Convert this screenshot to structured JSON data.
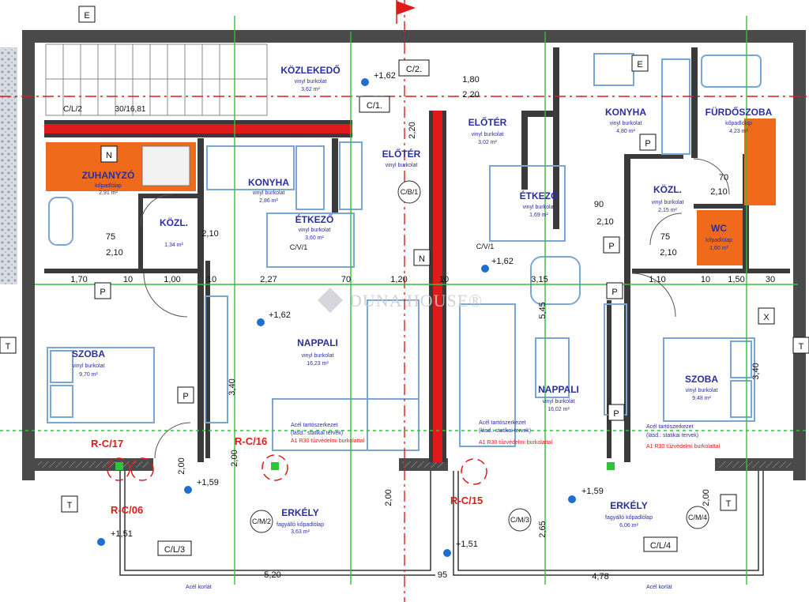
{
  "rooms": {
    "kozlekedo": {
      "name": "KÖZLEKEDŐ",
      "finish": "vinyl burkolat",
      "area": "3,62 m²"
    },
    "zuhanyzo": {
      "name": "ZUHANYZÓ",
      "finish": "kőpadlólap",
      "area": "2,91 m²"
    },
    "konyha_left": {
      "name": "KONYHA",
      "finish": "vinyl burkolat",
      "area": "2,86 m²"
    },
    "etkezo_left": {
      "name": "ÉTKEZŐ",
      "finish": "vinyl burkolat",
      "area": "3,60 m²"
    },
    "kozl_left": {
      "name": "KÖZL.",
      "area": "1,34 m²"
    },
    "eloter_left": {
      "name": "ELŐTÉR",
      "finish": "vinyl burkolat"
    },
    "szoba_left": {
      "name": "SZOBA",
      "finish": "vinyl burkolat",
      "area": "9,70 m²"
    },
    "nappali_left": {
      "name": "NAPPALI",
      "finish": "vinyl burkolat",
      "area": "16,23 m²"
    },
    "erkely_left": {
      "name": "ERKÉLY",
      "finish": "fagyálló kőpadlólap",
      "area": "3,63 m²"
    },
    "eloter_right": {
      "name": "ELŐTÉR",
      "finish": "vinyl burkolat",
      "area": "3,02 m²"
    },
    "konyha_right": {
      "name": "KONYHA",
      "finish": "vinyl burkolat",
      "area": "4,80 m²"
    },
    "furdoszoba": {
      "name": "FÜRDŐSZOBA",
      "finish": "kőpadlólap",
      "area": "4,23 m²"
    },
    "etkezo_right": {
      "name": "ÉTKEZŐ",
      "finish": "vinyl burkolat",
      "area": "1,69 m²"
    },
    "kozl_right": {
      "name": "KÖZL.",
      "finish": "vinyl burkolat",
      "area": "2,15 m²"
    },
    "wc": {
      "name": "WC",
      "finish": "kőpadlólap",
      "area": "1,60 m²"
    },
    "nappali_right": {
      "name": "NAPPALI",
      "finish": "vinyl burkolat",
      "area": "16,02 m²"
    },
    "szoba_right": {
      "name": "SZOBA",
      "finish": "vinyl burkolat",
      "area": "9,48 m²"
    },
    "erkely_right": {
      "name": "ERKÉLY",
      "finish": "fagyálló kőpadlólap",
      "area": "6,06 m²"
    }
  },
  "tags": {
    "E1": "E",
    "E2": "E",
    "N1": "N",
    "N2": "N",
    "T1": "T",
    "T2": "T",
    "T3": "T",
    "T4": "T",
    "P1": "P",
    "P2": "P",
    "P3": "P",
    "P4": "P",
    "P5": "P",
    "P6": "P",
    "X": "X",
    "CL2": "C/L/2",
    "C2": "C/2.",
    "C1": "C/1.",
    "CB1": "C/B/1",
    "CV1": "C/V/1",
    "CL3": "C/L/3",
    "CL4": "C/L/4",
    "CM2": "C/M/2",
    "CM3": "C/M/3",
    "CM4": "C/M/4",
    "ratio": "30/16,81",
    "CV": "C/V/1"
  },
  "red_labels": {
    "rc17": "R-C/17",
    "rc16": "R-C/16",
    "rc06": "R-C/06",
    "rc15": "R-C/15"
  },
  "levels": {
    "l1": "+1,62",
    "l2": "+1,62",
    "l3": "+1,62",
    "l4": "+1,59",
    "l5": "+1,59",
    "l6": "+1,51",
    "l7": "+1,51"
  },
  "notes": {
    "steel_left": "Acél tartószerkezet",
    "steel_left2": "(lásd.: statikai tervek)",
    "steel_left3": "A1 R30 tűzvédelmi burkolattal",
    "steel_right": "Acél tartószerkezet",
    "steel_right2": "(lásd.: statikai tervek)",
    "steel_right3": "A1 R30 tűzvédelmi burkolattal",
    "rail_left": "Acél korlát",
    "rail_right": "Acél korlát"
  },
  "dims": {
    "d170": "1,70",
    "d10a": "10",
    "d100": "1,00",
    "d10b": "10",
    "d227": "2,27",
    "d70a": "70",
    "d120": "1,20",
    "d10c": "10",
    "d315": "3,15",
    "d110": "1,10",
    "d10d": "10",
    "d150": "1,50",
    "d30": "30",
    "d75a": "75",
    "d210a": "2,10",
    "d210b": "2,10",
    "d75b": "75",
    "d210c": "2,10",
    "d70b": "70",
    "d210d": "2,10",
    "d90": "90",
    "d210e": "2,10",
    "d180": "1,80",
    "d220a": "2,20",
    "d220b": "2,20",
    "d340a": "3,40",
    "d340b": "3,40",
    "d520": "5,20",
    "d478": "4,78",
    "d95": "95",
    "d545": "5,45",
    "d265": "2,65",
    "d200a": "2,00",
    "d200b": "2,00",
    "d200c": "2,00",
    "d200d": "2,00"
  },
  "watermark": "DUNA HOUSE®"
}
